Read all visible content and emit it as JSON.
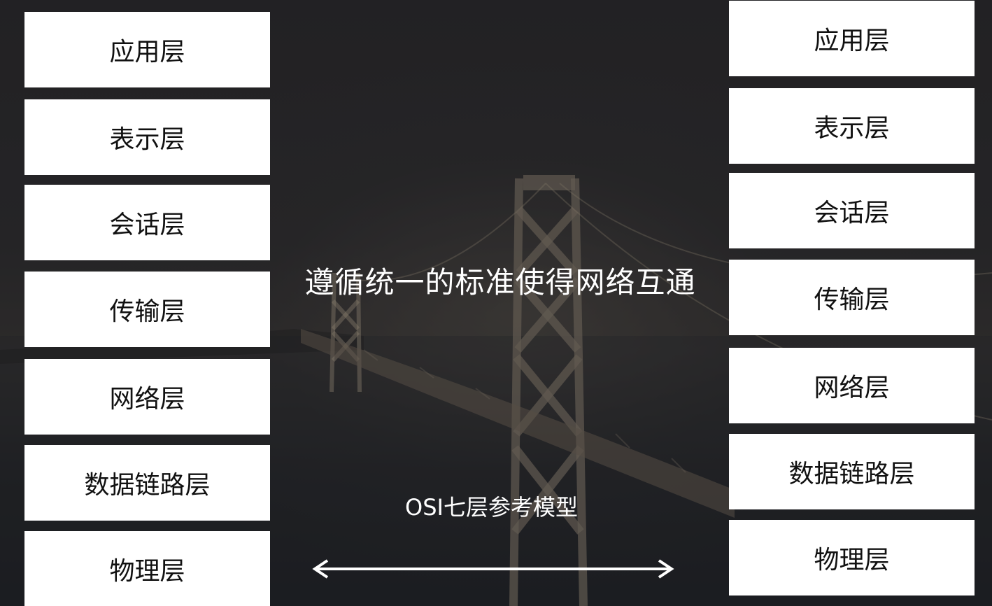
{
  "left_stack": {
    "layers": [
      "应用层",
      "表示层",
      "会话层",
      "传输层",
      "网络层",
      "数据链路层",
      "物理层"
    ]
  },
  "right_stack": {
    "layers": [
      "应用层",
      "表示层",
      "会话层",
      "传输层",
      "网络层",
      "数据链路层",
      "物理层"
    ]
  },
  "center": {
    "title": "遵循统一的标准使得网络互通",
    "model_label": "OSI七层参考模型"
  },
  "arrow_icon": "double-headed-arrow-icon",
  "colors": {
    "box_background": "#ffffff",
    "box_text": "#111111",
    "overlay_text": "#ffffff",
    "background": "#2b2a2c"
  }
}
